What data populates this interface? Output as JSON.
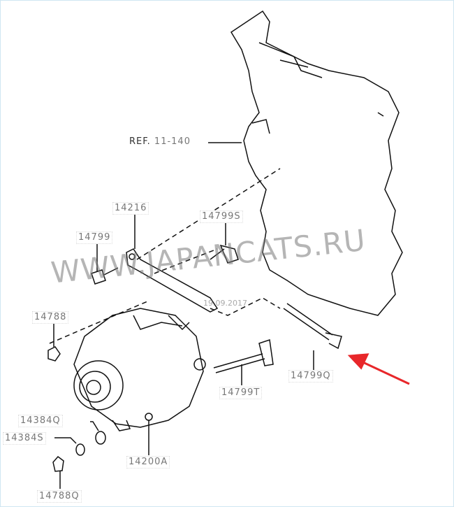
{
  "diagram": {
    "ref_label": "REF.",
    "ref_number": "11-140",
    "watermark": "WWW.JAPANCATS.RU",
    "date_stamp": "19.09.2017",
    "parts": {
      "p14216": "14216",
      "p14799S": "14799S",
      "p14799": "14799",
      "p14788": "14788",
      "p14799Q": "14799Q",
      "p14799T": "14799T",
      "p14384Q": "14384Q",
      "p14384S": "14384S",
      "p14200A": "14200A",
      "p14788Q": "14788Q"
    },
    "colors": {
      "arrow": "#e8272a",
      "line": "#111111",
      "label": "#777777",
      "border": "#cfe6f2"
    }
  }
}
